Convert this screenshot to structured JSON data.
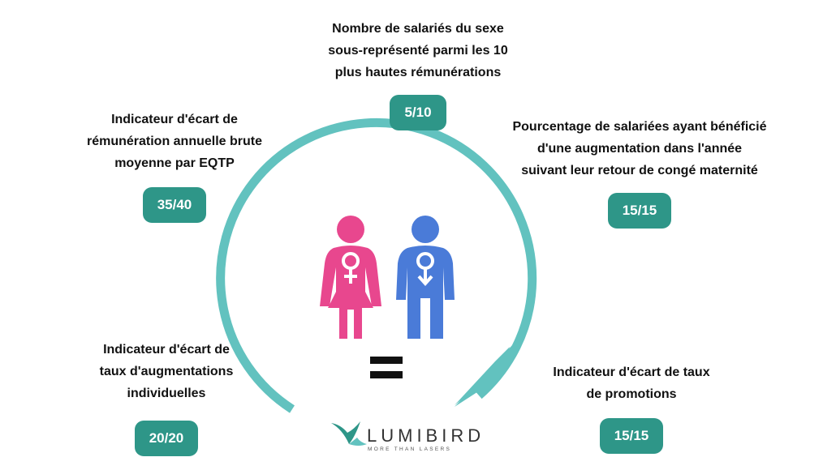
{
  "colors": {
    "teal_badge": "#2e9688",
    "arrow": "#62c2bf",
    "female": "#e8478e",
    "male": "#4a7bd8",
    "text": "#111111"
  },
  "indicators": [
    {
      "label_lines": [
        "Nombre de salariés du sexe",
        "sous-représenté parmi les 10",
        "plus hautes rémunérations"
      ],
      "score": "5/10"
    },
    {
      "label_lines": [
        "Indicateur d'écart de",
        "rémunération annuelle brute",
        "moyenne par EQTP"
      ],
      "score": "35/40"
    },
    {
      "label_lines": [
        "Pourcentage de salariées ayant bénéficié",
        "d'une augmentation dans l'année",
        "suivant leur retour de congé maternité"
      ],
      "score": "15/15"
    },
    {
      "label_lines": [
        "Indicateur d'écart de",
        "taux d'augmentations",
        "individuelles"
      ],
      "score": "20/20"
    },
    {
      "label_lines": [
        "Indicateur d'écart de taux",
        "de promotions"
      ],
      "score": "15/15"
    }
  ],
  "center": {
    "female_icon": "female-figure-icon",
    "male_icon": "male-figure-icon",
    "equals_icon": "equals-icon"
  },
  "logo": {
    "name": "LUMIBIRD",
    "tagline": "MORE THAN LASERS"
  }
}
